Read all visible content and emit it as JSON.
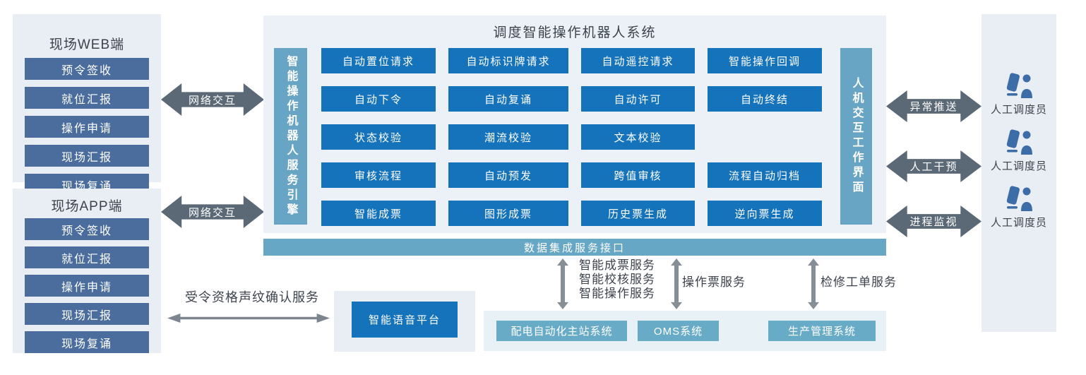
{
  "colors": {
    "primary_blue": "#1573bb",
    "steel_blue": "#4a6d9e",
    "teal_blue": "#68abc7",
    "bar_blue": "#68a5c5",
    "arrow_gray": "#5b6876",
    "panel_gray": "#e9edf4",
    "icon_blue": "#3d6da7"
  },
  "web_panel": {
    "title": "现场WEB端",
    "items": [
      "预令签收",
      "就位汇报",
      "操作申请",
      "现场汇报",
      "现场复诵"
    ]
  },
  "app_panel": {
    "title": "现场APP端",
    "items": [
      "预令签收",
      "就位汇报",
      "操作申请",
      "现场汇报",
      "现场复诵"
    ]
  },
  "network_arrows": [
    "网络交互",
    "网络交互"
  ],
  "main_system": {
    "title": "调度智能操作机器人系统",
    "engine_bar": "智能操作机器人服务引擎",
    "hmi_bar": "人机交互工作界面",
    "rows": [
      [
        "自动置位请求",
        "自动标识牌请求",
        "自动遥控请求",
        "智能操作回调"
      ],
      [
        "自动下令",
        "自动复诵",
        "自动许可",
        "自动终结"
      ],
      [
        "状态校验",
        "潮流校验",
        "文本校验"
      ],
      [
        "审核流程",
        "自动预发",
        "跨值审核",
        "流程自动归档"
      ],
      [
        "智能成票",
        "图形成票",
        "历史票生成",
        "逆向票生成"
      ]
    ]
  },
  "right_arrows": [
    "异常推送",
    "人工干预",
    "进程监视"
  ],
  "dispatchers": [
    "人工调度员",
    "人工调度员",
    "人工调度员"
  ],
  "data_bar": "数据集成服务接口",
  "service_labels": {
    "group1": [
      "智能成票服务",
      "智能校核服务",
      "智能操作服务"
    ],
    "group2": "操作票服务",
    "group3": "检修工单服务"
  },
  "bottom_systems": [
    "配电自动化主站系统",
    "OMS系统",
    "生产管理系统"
  ],
  "voice": {
    "service_label": "受令资格声纹确认服务",
    "platform": "智能语音平台"
  }
}
